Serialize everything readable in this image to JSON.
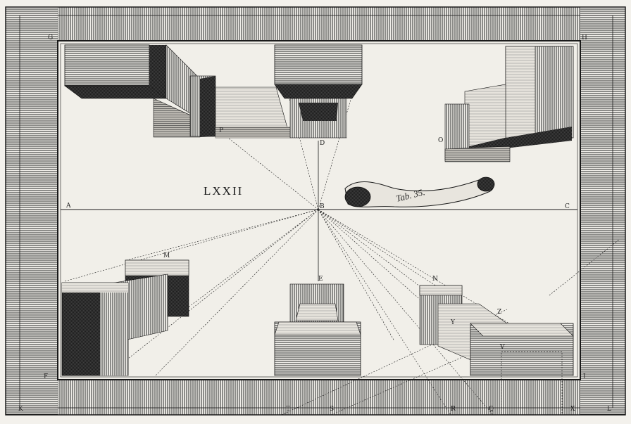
{
  "plate": {
    "number": "LXXII",
    "table_ref": "Tab. 35."
  },
  "labels": {
    "G": "G",
    "H": "H",
    "A": "A",
    "B": "B",
    "C": "C",
    "D": "D",
    "E": "E",
    "F": "F",
    "I": "I",
    "K": "K",
    "L": "L",
    "M": "M",
    "N": "N",
    "O": "O",
    "P": "P",
    "Q": "Q",
    "R": "R",
    "S": "S",
    "T": "T",
    "V": "V",
    "Y": "Y",
    "Z": "Z",
    "X": "X"
  },
  "colors": {
    "ink": "#1a1a1a",
    "paper": "#f3f1ec",
    "shade_dark": "#2a2a2a",
    "shade_mid": "#6b6b6b",
    "shade_light": "#c9c7c1"
  }
}
